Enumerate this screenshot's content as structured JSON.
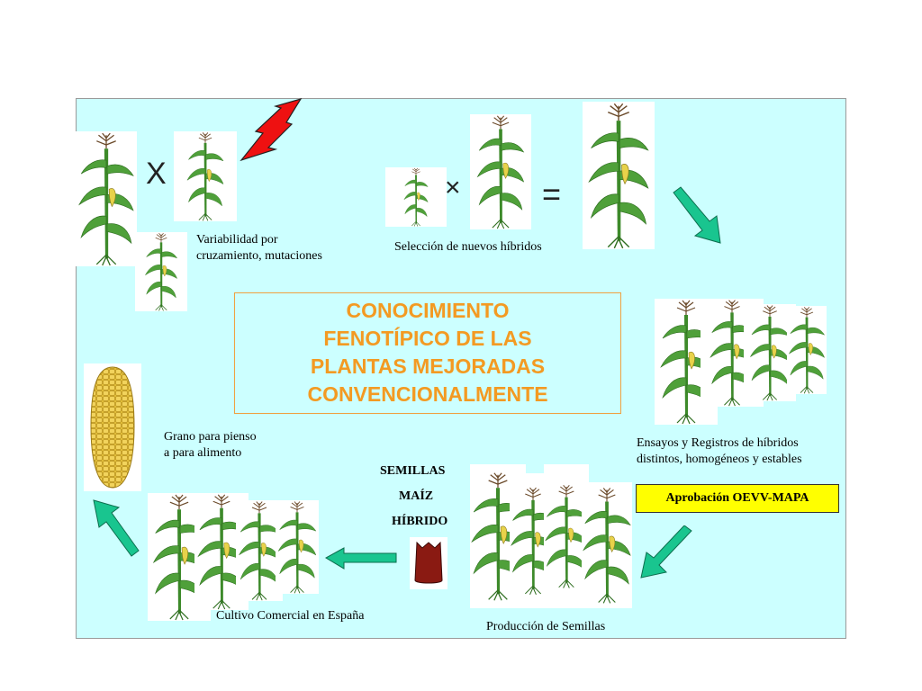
{
  "title_lines": [
    "CONOCIMIENTO",
    "FENOTÍPICO DE LAS",
    "PLANTAS MEJORADAS",
    "CONVENCIONALMENTE"
  ],
  "labels": {
    "variabilidad_1": "Variabilidad por",
    "variabilidad_2": "cruzamiento, mutaciones",
    "seleccion": "Selección de nuevos híbridos",
    "ensayos_1": "Ensayos y Registros de híbridos",
    "ensayos_2": "distintos, homogéneos y estables",
    "aprobacion": "Aprobación OEVV-MAPA",
    "produccion": "Producción de Semillas",
    "cultivo": "Cultivo Comercial en España",
    "grano_1": "Grano para pienso",
    "grano_2": "a para alimento",
    "semillas": "SEMILLAS",
    "maiz": "MAÍZ",
    "hibrido": "HÍBRIDO"
  },
  "operators": {
    "cross_1": "X",
    "cross_2": "×",
    "equals": "="
  },
  "icons": [
    "corn-plant-icon",
    "lightning-icon",
    "arrow-icon",
    "seed-bag-icon",
    "corn-cob-icon"
  ],
  "colors": {
    "panel_bg": "#ccffff",
    "title": "#f39a22",
    "arrow": "#19c58f",
    "approval_bg": "#ffff00",
    "lightning": "#ee1111",
    "seed_bag": "#8a1a12"
  }
}
